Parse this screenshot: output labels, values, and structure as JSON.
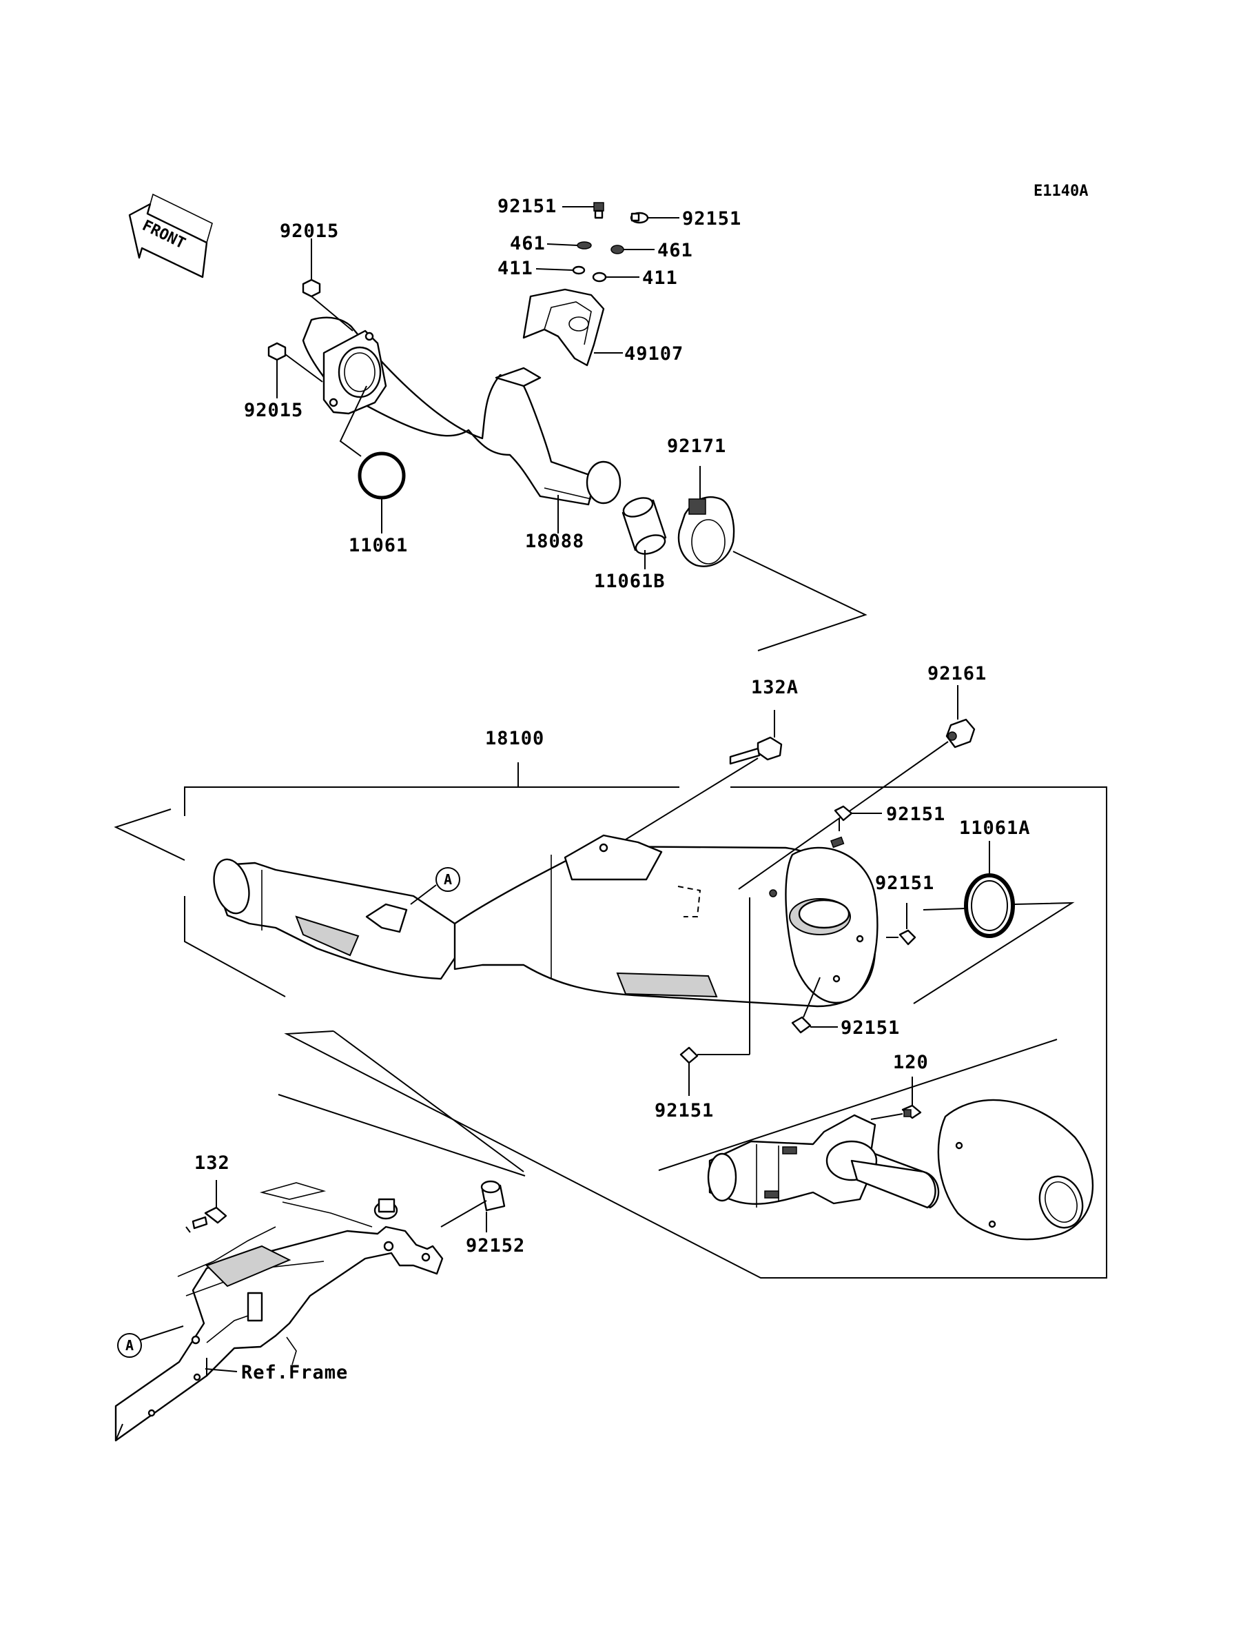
{
  "diagram_code": "E1140A",
  "front_indicator": "FRONT",
  "callouts": [
    {
      "id": "92151-top-left",
      "text": "92151"
    },
    {
      "id": "92151-top-right",
      "text": "92151"
    },
    {
      "id": "461-left",
      "text": "461"
    },
    {
      "id": "461-right",
      "text": "461"
    },
    {
      "id": "411-left",
      "text": "411"
    },
    {
      "id": "411-right",
      "text": "411"
    },
    {
      "id": "49107",
      "text": "49107"
    },
    {
      "id": "92015-top",
      "text": "92015"
    },
    {
      "id": "92015-bottom",
      "text": "92015"
    },
    {
      "id": "11061",
      "text": "11061"
    },
    {
      "id": "18088",
      "text": "18088"
    },
    {
      "id": "11061B",
      "text": "11061B"
    },
    {
      "id": "92171",
      "text": "92171"
    },
    {
      "id": "18100",
      "text": "18100"
    },
    {
      "id": "132A",
      "text": "132A"
    },
    {
      "id": "92161",
      "text": "92161"
    },
    {
      "id": "92151-end-top",
      "text": "92151"
    },
    {
      "id": "11061A",
      "text": "11061A"
    },
    {
      "id": "92151-end-right",
      "text": "92151"
    },
    {
      "id": "92151-end-bottom",
      "text": "92151"
    },
    {
      "id": "92151-end-left",
      "text": "92151"
    },
    {
      "id": "120",
      "text": "120"
    },
    {
      "id": "132",
      "text": "132"
    },
    {
      "id": "92152",
      "text": "92152"
    },
    {
      "id": "ref-frame",
      "text": "Ref.Frame"
    }
  ],
  "reference_markers": [
    "A",
    "A"
  ]
}
